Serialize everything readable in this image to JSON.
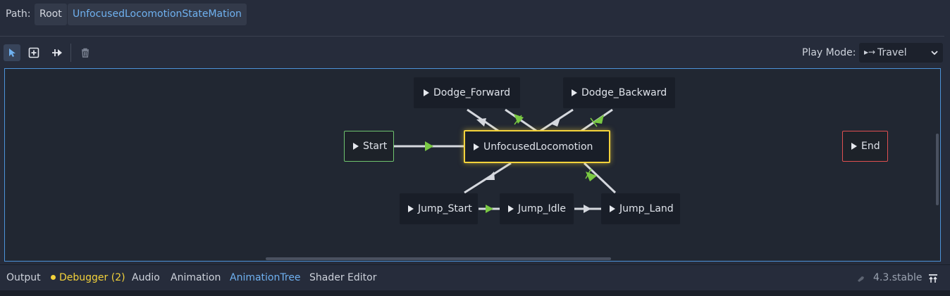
{
  "path_bar": {
    "label": "Path:",
    "crumbs": [
      "Root",
      "UnfocusedLocomotionStateMation"
    ]
  },
  "toolbar": {
    "tools": [
      "select-tool",
      "add-node-tool",
      "connect-tool",
      "delete-tool"
    ],
    "play_mode_label": "Play Mode:",
    "play_mode_value": "Travel",
    "play_mode_icon": "travel-icon"
  },
  "graph": {
    "nodes": {
      "start": "Start",
      "end": "End",
      "unfocused": "UnfocusedLocomotion",
      "dodge_forward": "Dodge_Forward",
      "dodge_backward": "Dodge_Backward",
      "jump_start": "Jump_Start",
      "jump_idle": "Jump_Idle",
      "jump_land": "Jump_Land"
    },
    "current_node": "UnfocusedLocomotion",
    "colors": {
      "auto_transition": "#7ac943",
      "manual_transition": "#d5d8de",
      "current_highlight": "#f3d23b",
      "start_border": "#6fc46f",
      "end_border": "#e05050"
    }
  },
  "bottom_bar": {
    "tabs": [
      "Output",
      "Debugger (2)",
      "Audio",
      "Animation",
      "AnimationTree",
      "Shader Editor"
    ],
    "active_tab": "AnimationTree",
    "version": "4.3.stable"
  }
}
